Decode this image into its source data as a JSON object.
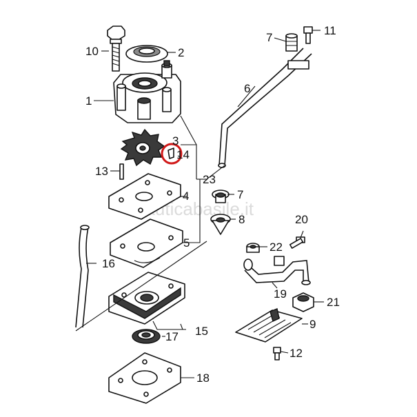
{
  "watermark": "nauticabasile.it",
  "highlight_color": "#d01818",
  "labels": {
    "p1": "1",
    "p2": "2",
    "p3": "3",
    "p4": "4",
    "p5": "5",
    "p6": "6",
    "p7a": "7",
    "p7b": "7",
    "p8": "8",
    "p9": "9",
    "p10": "10",
    "p11": "11",
    "p12": "12",
    "p13": "13",
    "p14": "14",
    "p15": "15",
    "p16": "16",
    "p17": "17",
    "p18": "18",
    "p19": "19",
    "p20": "20",
    "p21": "21",
    "p22": "22",
    "p23": "23"
  }
}
